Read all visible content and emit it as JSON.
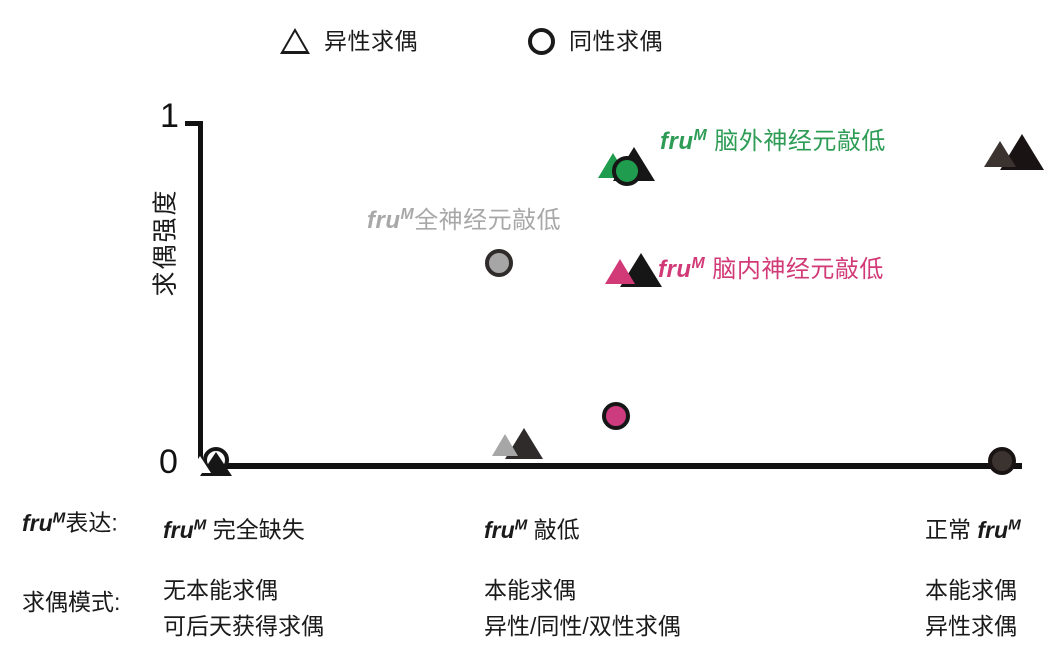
{
  "figure": {
    "title": "",
    "legend": {
      "items": [
        {
          "marker": "triangle-outline-icon",
          "label": "异性求偶"
        },
        {
          "marker": "circle-outline-icon",
          "label": "同性求偶"
        }
      ]
    },
    "axes": {
      "y_title": "求偶强度",
      "y_tick_top": "1",
      "y_tick_bottom": "0"
    },
    "annotations": [
      {
        "id": "green",
        "text_prefix": "fru",
        "text_sup": "M",
        "text_rest": " 脑外神经元敲低",
        "color": "#2e9c55"
      },
      {
        "id": "gray",
        "text_prefix": "fru",
        "text_sup": "M",
        "text_rest": "全神经元敲低",
        "color": "#a6a6a6"
      },
      {
        "id": "pink",
        "text_prefix": "fru",
        "text_sup": "M",
        "text_rest": " 脑内神经元敲低",
        "color": "#d23a77"
      }
    ],
    "bottom_table": {
      "row_labels": [
        {
          "prefix": "fru",
          "sup": "M",
          "rest": "表达:"
        },
        {
          "prefix": "",
          "sup": "",
          "rest": "求偶模式:"
        }
      ],
      "columns": [
        {
          "expression": {
            "prefix": "fru",
            "sup": "M",
            "rest": " 完全缺失"
          },
          "mode_lines": [
            "无本能求偶",
            "可后天获得求偶"
          ]
        },
        {
          "expression": {
            "prefix": "fru",
            "sup": "M",
            "rest": " 敲低"
          },
          "mode_lines": [
            "本能求偶",
            "异性/同性/双性求偶"
          ]
        },
        {
          "expression": {
            "prefix": "",
            "sup": "",
            "rest": "正常 ",
            "suffix_gene": "fru",
            "suffix_sup": "M"
          },
          "mode_lines": [
            "本能求偶",
            "异性求偶"
          ]
        }
      ]
    }
  },
  "chart_data": {
    "type": "scatter",
    "title": "",
    "xlabel": "",
    "ylabel": "求偶强度",
    "ylim": [
      0,
      1
    ],
    "yticks": [
      0,
      1
    ],
    "yticklabels": [
      "0",
      "1"
    ],
    "grid": false,
    "legend_position": "top-center",
    "x_categories": [
      "fruM 完全缺失",
      "fruM 敲低",
      "正常 fruM"
    ],
    "series": [
      {
        "name": "fruM 完全缺失 — 异性求偶",
        "marker": "triangle",
        "color": "#ffffff",
        "edge": "#1a1a1a",
        "points": [
          {
            "x": 0.0,
            "y": 0.0
          }
        ]
      },
      {
        "name": "fruM 完全缺失 — 同性求偶",
        "marker": "circle",
        "color": "#ffffff",
        "edge": "#1a1a1a",
        "points": [
          {
            "x": 0.0,
            "y": 0.0
          }
        ]
      },
      {
        "name": "fruM 全神经元敲低 — 同性求偶",
        "marker": "circle",
        "color": "#a6a6a6",
        "edge": "#333333",
        "points": [
          {
            "x": 0.5,
            "y": 0.58
          }
        ]
      },
      {
        "name": "fruM 全神经元敲低 — 异性求偶",
        "marker": "triangle",
        "color": "#a6a6a6",
        "edge": "#333333",
        "points": [
          {
            "x": 0.5,
            "y": 0.06
          }
        ]
      },
      {
        "name": "fruM 脑内神经元敲低 — 异性求偶",
        "marker": "triangle",
        "color": "#d23a77",
        "edge": "#1a1a1a",
        "points": [
          {
            "x": 0.63,
            "y": 0.56
          }
        ]
      },
      {
        "name": "fruM 脑内神经元敲低 — 同性求偶",
        "marker": "circle",
        "color": "#d23a77",
        "edge": "#1a1a1a",
        "points": [
          {
            "x": 0.63,
            "y": 0.14
          }
        ]
      },
      {
        "name": "fruM 脑外神经元敲低 — 异性求偶",
        "marker": "triangle",
        "color": "#1f9c4d",
        "edge": "#1a1a1a",
        "points": [
          {
            "x": 0.62,
            "y": 0.87
          }
        ]
      },
      {
        "name": "fruM 脑外神经元敲低 — 同性求偶",
        "marker": "circle",
        "color": "#1f9c4d",
        "edge": "#1a1a1a",
        "points": [
          {
            "x": 0.66,
            "y": 0.86
          }
        ]
      },
      {
        "name": "正常 fruM — 异性求偶",
        "marker": "triangle",
        "color": "#3b3330",
        "edge": "#1a1a1a",
        "points": [
          {
            "x": 1.0,
            "y": 0.92
          }
        ]
      },
      {
        "name": "正常 fruM — 同性求偶",
        "marker": "circle",
        "color": "#3b3330",
        "edge": "#1a1a1a",
        "points": [
          {
            "x": 1.0,
            "y": 0.0
          }
        ]
      }
    ]
  }
}
